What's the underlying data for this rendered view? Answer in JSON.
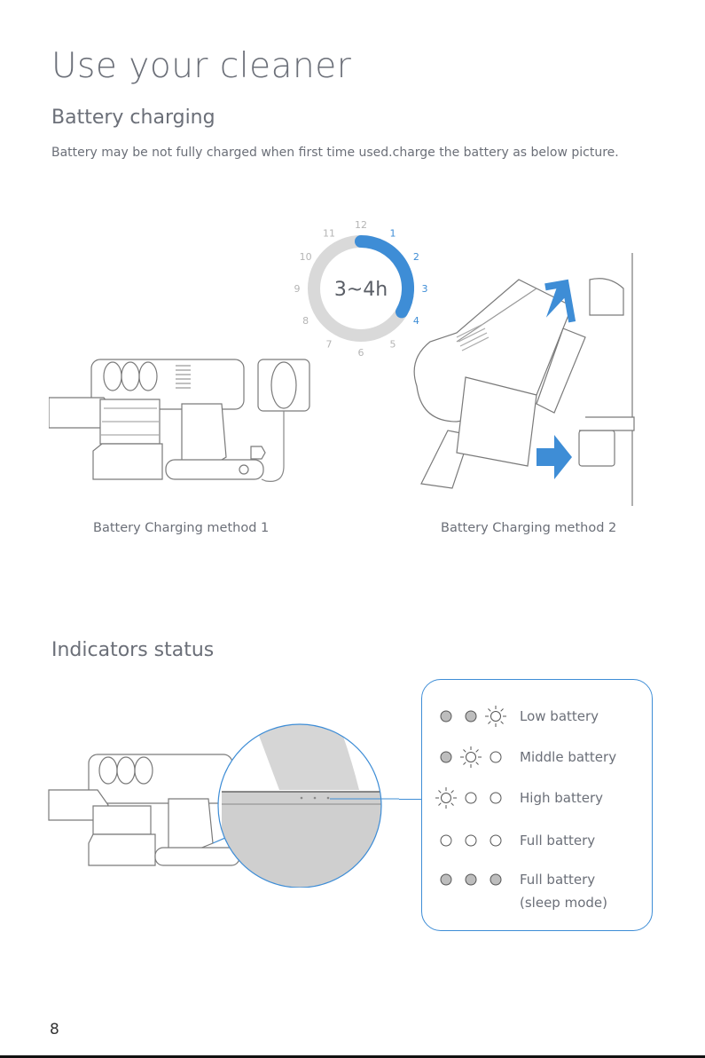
{
  "page": {
    "title": "Use your cleaner",
    "page_number": "8"
  },
  "battery_charging": {
    "heading": "Battery charging",
    "intro": "Battery may  be not fully charged when first time used.charge the battery as below picture.",
    "clock": {
      "time_label": "3~4h",
      "hours": [
        "12",
        "1",
        "2",
        "3",
        "4",
        "5",
        "6",
        "7",
        "8",
        "9",
        "10",
        "11"
      ],
      "charged_fraction": 0.333,
      "colors": {
        "accent": "#3e8dd6",
        "ring": "#d9d9d9",
        "hour": "#b5b5b5"
      }
    },
    "method1_caption": "Battery Charging method 1",
    "method2_caption": "Battery Charging method 2"
  },
  "indicators": {
    "heading": "Indicators status",
    "rows": [
      {
        "label": "Low battery",
        "leds": [
          "solid",
          "solid",
          "blink"
        ]
      },
      {
        "label": "Middle battery",
        "leds": [
          "solid",
          "blink",
          "off"
        ]
      },
      {
        "label": "High battery",
        "leds": [
          "blink",
          "off",
          "off"
        ]
      },
      {
        "label": "Full battery",
        "leds": [
          "off",
          "off",
          "off"
        ]
      },
      {
        "label": "Full battery",
        "label2": "(sleep mode)",
        "leds": [
          "solid",
          "solid",
          "solid"
        ]
      }
    ],
    "colors": {
      "panel_border": "#3e8dd6",
      "led_solid": "#bdbdbd",
      "led_stroke": "#555555"
    }
  }
}
